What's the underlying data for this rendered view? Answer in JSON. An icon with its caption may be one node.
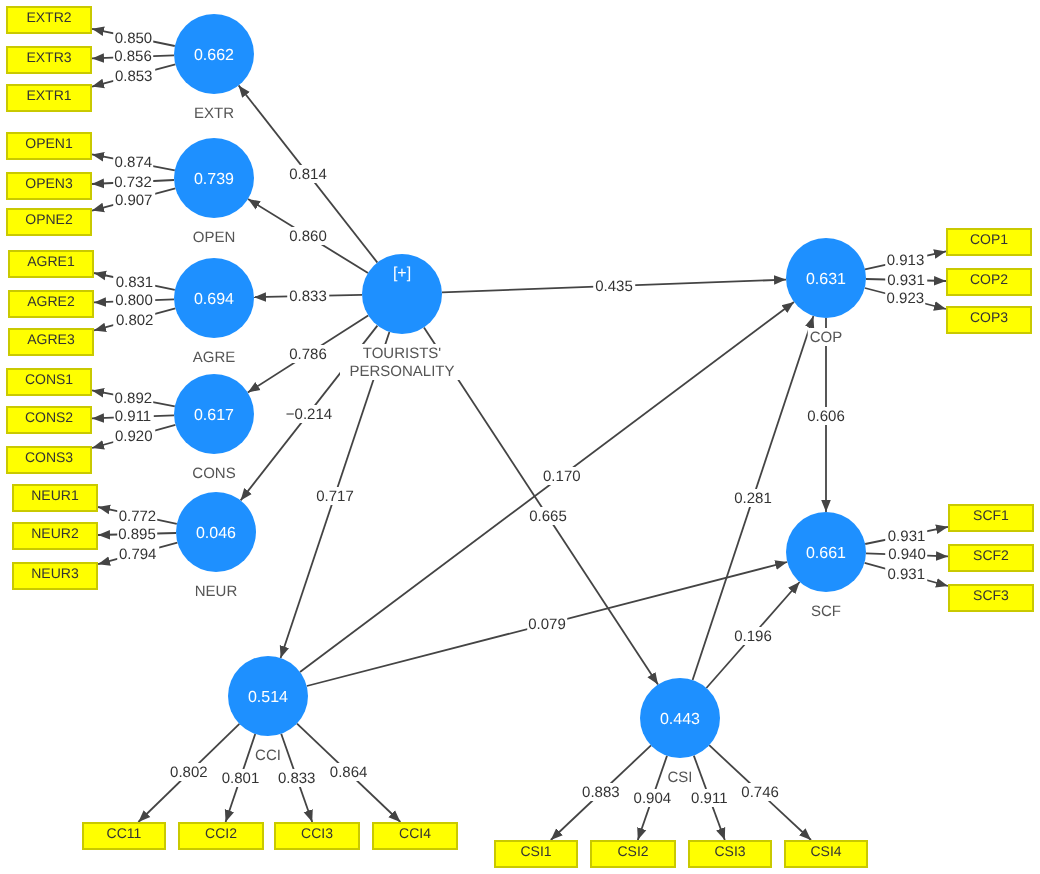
{
  "diagram": {
    "nodes": [
      {
        "text": [
          "EXTR2"
        ]
      },
      {
        "text": [
          "EXTR3"
        ]
      },
      {
        "text": [
          "EXTR1"
        ]
      },
      {
        "text": [
          "0.662"
        ],
        "beside": [
          "EXTR"
        ]
      },
      {
        "text": [
          "OPEN1"
        ]
      },
      {
        "text": [
          "OPEN3"
        ]
      },
      {
        "text": [
          "OPNE2"
        ]
      },
      {
        "text": [
          "0.739"
        ],
        "beside": [
          "OPEN"
        ]
      },
      {
        "text": [
          "AGRE1"
        ]
      },
      {
        "text": [
          "AGRE2"
        ]
      },
      {
        "text": [
          "AGRE3"
        ]
      },
      {
        "text": [
          "0.694"
        ],
        "beside": [
          "AGRE"
        ]
      },
      {
        "text": [
          "CONS1"
        ]
      },
      {
        "text": [
          "CONS2"
        ]
      },
      {
        "text": [
          "CONS3"
        ]
      },
      {
        "text": [
          "0.617"
        ],
        "beside": [
          "CONS"
        ]
      },
      {
        "text": [
          "NEUR1"
        ]
      },
      {
        "text": [
          "NEUR2"
        ]
      },
      {
        "text": [
          "NEUR3"
        ]
      },
      {
        "text": [
          "0.046"
        ],
        "beside": [
          "NEUR"
        ]
      },
      {
        "text": [
          "[+]"
        ],
        "beside": [
          "TOURISTS' PERSONALITY"
        ]
      },
      {
        "text": [
          "0.631"
        ],
        "beside": [
          "COP"
        ]
      },
      {
        "text": [
          "COP1"
        ]
      },
      {
        "text": [
          "COP2"
        ]
      },
      {
        "text": [
          "COP3"
        ]
      },
      {
        "text": [
          "0.661"
        ],
        "beside": [
          "SCF"
        ]
      },
      {
        "text": [
          "SCF1"
        ]
      },
      {
        "text": [
          "SCF2"
        ]
      },
      {
        "text": [
          "SCF3"
        ]
      },
      {
        "text": [
          "0.514"
        ],
        "beside": [
          "CCI"
        ]
      },
      {
        "text": [
          "CC11"
        ]
      },
      {
        "text": [
          "CCI2"
        ]
      },
      {
        "text": [
          "CCI3"
        ]
      },
      {
        "text": [
          "CCI4"
        ]
      },
      {
        "text": [
          "0.443"
        ],
        "beside": [
          "CSI"
        ]
      },
      {
        "text": [
          "CSI1"
        ]
      },
      {
        "text": [
          "CSI2"
        ]
      },
      {
        "text": [
          "CSI3"
        ]
      },
      {
        "text": [
          "CSI4"
        ]
      }
    ],
    "edges": [
      {
        "from": 3,
        "to": 0,
        "arrow": "to",
        "label": "0.850"
      },
      {
        "from": 3,
        "to": 1,
        "arrow": "to",
        "label": "0.856"
      },
      {
        "from": 3,
        "to": 2,
        "arrow": "to",
        "label": "0.853"
      },
      {
        "from": 7,
        "to": 4,
        "arrow": "to",
        "label": "0.874"
      },
      {
        "from": 7,
        "to": 5,
        "arrow": "to",
        "label": "0.732"
      },
      {
        "from": 7,
        "to": 6,
        "arrow": "to",
        "label": "0.907"
      },
      {
        "from": 11,
        "to": 8,
        "arrow": "to",
        "label": "0.831"
      },
      {
        "from": 11,
        "to": 9,
        "arrow": "to",
        "label": "0.800"
      },
      {
        "from": 11,
        "to": 10,
        "arrow": "to",
        "label": "0.802"
      },
      {
        "from": 15,
        "to": 12,
        "arrow": "to",
        "label": "0.892"
      },
      {
        "from": 15,
        "to": 13,
        "arrow": "to",
        "label": "0.911"
      },
      {
        "from": 15,
        "to": 14,
        "arrow": "to",
        "label": "0.920"
      },
      {
        "from": 19,
        "to": 16,
        "arrow": "to",
        "label": "0.772"
      },
      {
        "from": 19,
        "to": 17,
        "arrow": "to",
        "label": "0.895"
      },
      {
        "from": 19,
        "to": 18,
        "arrow": "to",
        "label": "0.794"
      },
      {
        "from": 20,
        "to": 3,
        "arrow": "to",
        "label": "0.814"
      },
      {
        "from": 20,
        "to": 7,
        "arrow": "to",
        "label": "0.860"
      },
      {
        "from": 20,
        "to": 11,
        "arrow": "to",
        "label": "0.833"
      },
      {
        "from": 20,
        "to": 15,
        "arrow": "to",
        "label": "0.786"
      },
      {
        "from": 20,
        "to": 19,
        "arrow": "to",
        "label": "−0.214"
      },
      {
        "from": 20,
        "to": 21,
        "arrow": "to",
        "label": "0.435"
      },
      {
        "from": 20,
        "to": 29,
        "arrow": "to",
        "label": "0.717"
      },
      {
        "from": 20,
        "to": 34,
        "arrow": "to",
        "label": "0.665"
      },
      {
        "from": 21,
        "to": 22,
        "arrow": "to",
        "label": "0.913"
      },
      {
        "from": 21,
        "to": 23,
        "arrow": "to",
        "label": "0.931"
      },
      {
        "from": 21,
        "to": 24,
        "arrow": "to",
        "label": "0.923"
      },
      {
        "from": 21,
        "to": 25,
        "arrow": "to",
        "label": "0.606"
      },
      {
        "from": 25,
        "to": 26,
        "arrow": "to",
        "label": "0.931"
      },
      {
        "from": 25,
        "to": 27,
        "arrow": "to",
        "label": "0.940"
      },
      {
        "from": 25,
        "to": 28,
        "arrow": "to",
        "label": "0.931"
      },
      {
        "from": 29,
        "to": 21,
        "arrow": "to",
        "label": "0.170"
      },
      {
        "from": 29,
        "to": 25,
        "arrow": "to",
        "label": "0.079"
      },
      {
        "from": 29,
        "to": 30,
        "arrow": "to",
        "label": "0.802"
      },
      {
        "from": 29,
        "to": 31,
        "arrow": "to",
        "label": "0.801"
      },
      {
        "from": 29,
        "to": 32,
        "arrow": "to",
        "label": "0.833"
      },
      {
        "from": 29,
        "to": 33,
        "arrow": "to",
        "label": "0.864"
      },
      {
        "from": 34,
        "to": 21,
        "arrow": "to",
        "label": "0.281"
      },
      {
        "from": 34,
        "to": 25,
        "arrow": "to",
        "label": "0.196"
      },
      {
        "from": 34,
        "to": 35,
        "arrow": "to",
        "label": "0.883"
      },
      {
        "from": 34,
        "to": 36,
        "arrow": "to",
        "label": "0.904"
      },
      {
        "from": 34,
        "to": 37,
        "arrow": "to",
        "label": "0.911"
      },
      {
        "from": 34,
        "to": 38,
        "arrow": "to",
        "label": "0.746"
      }
    ]
  }
}
